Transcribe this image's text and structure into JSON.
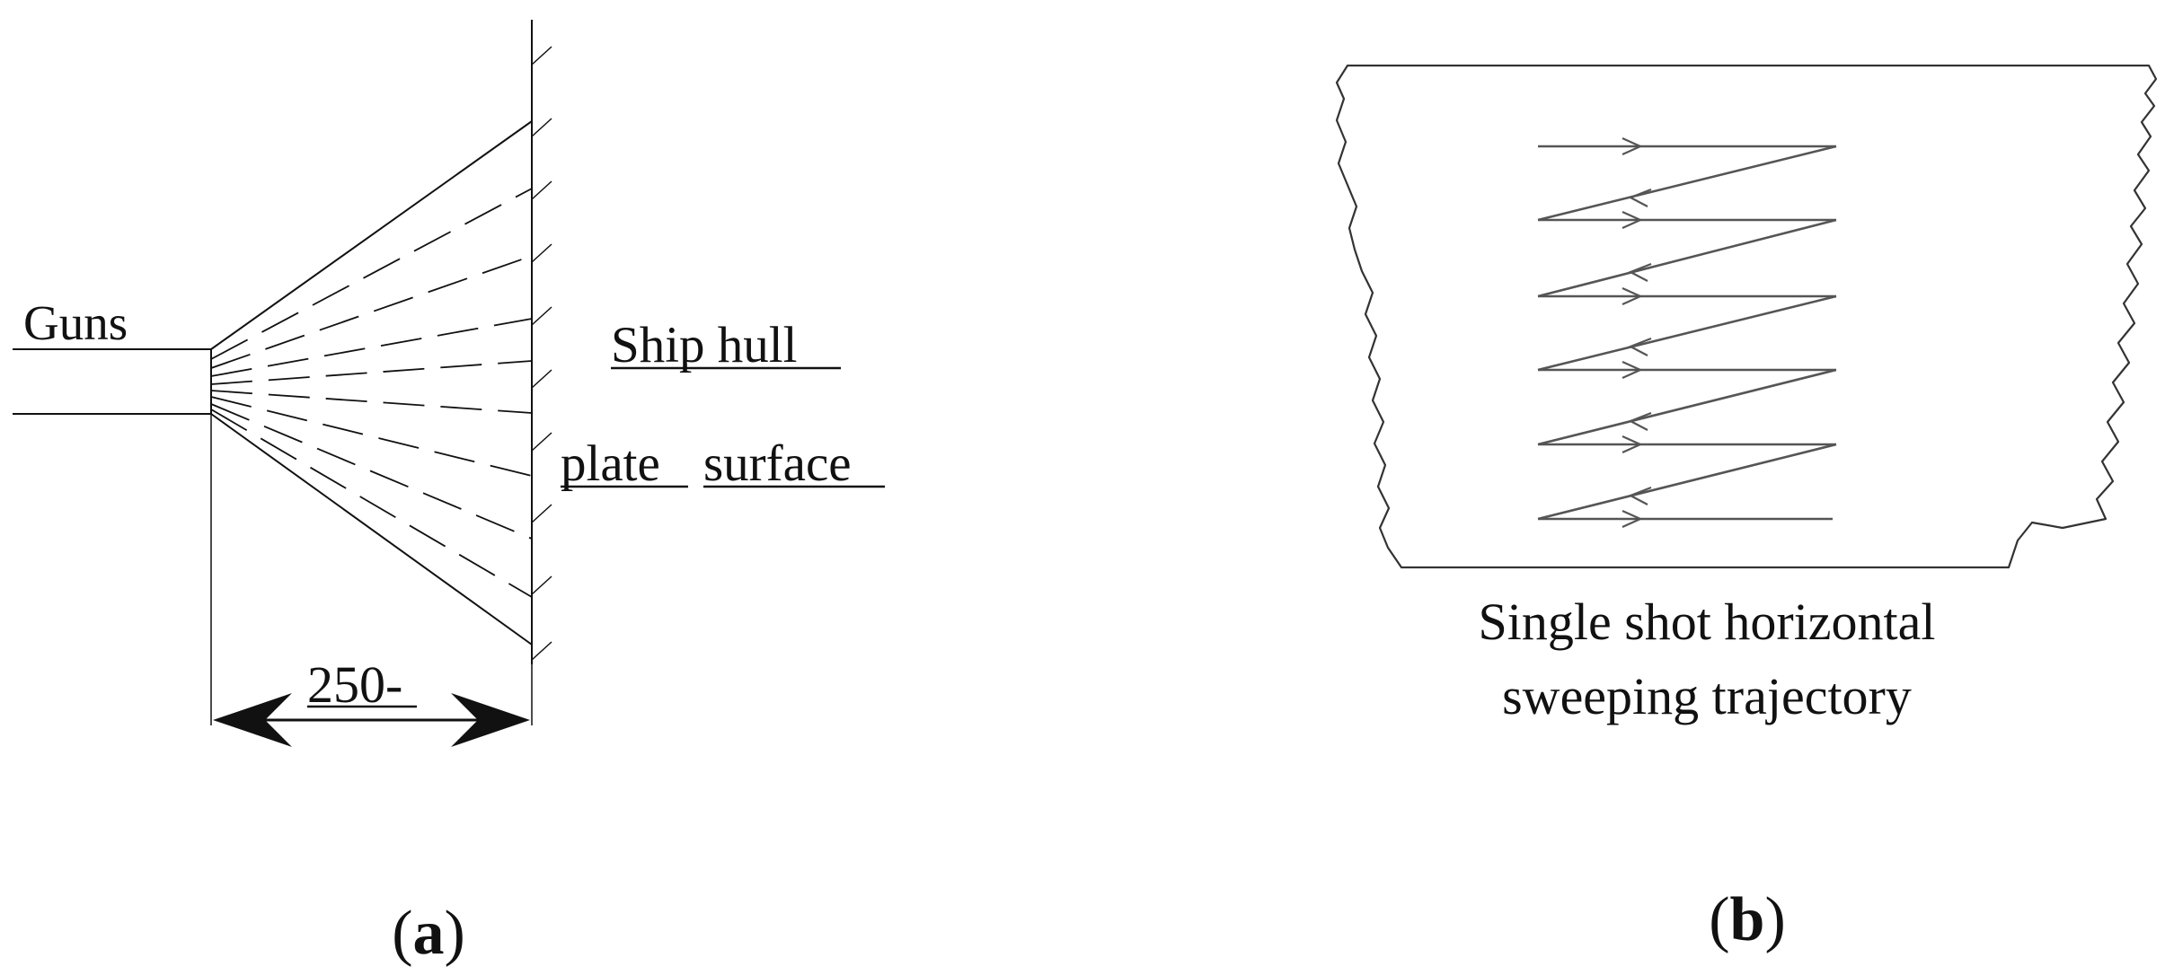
{
  "panel_a": {
    "label_guns": "Guns",
    "label_ship_hull": "Ship hull",
    "label_plate": "plate",
    "label_surface": "surface",
    "dimension_value": "250-",
    "caption_letter": "a"
  },
  "panel_b": {
    "caption_line1": "Single shot horizontal",
    "caption_line2": "sweeping trajectory",
    "caption_letter": "b"
  },
  "colors": {
    "ink": "#111111",
    "trajectory": "#555555",
    "outline": "#333333"
  }
}
